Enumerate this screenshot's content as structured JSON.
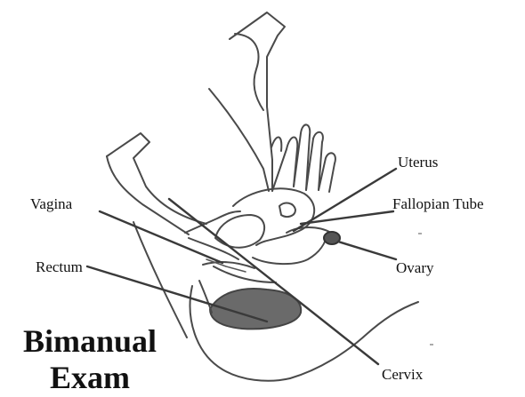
{
  "title": {
    "line1": "Bimanual",
    "line2": "Exam"
  },
  "labels": {
    "uterus": "Uterus",
    "vagina": "Vagina",
    "fallopian_tube": "Fallopian Tube",
    "rectum": "Rectum",
    "ovary": "Ovary",
    "cervix": "Cervix"
  },
  "colors": {
    "background": "#ffffff",
    "ink": "#4a4a4a",
    "text": "#111111"
  }
}
